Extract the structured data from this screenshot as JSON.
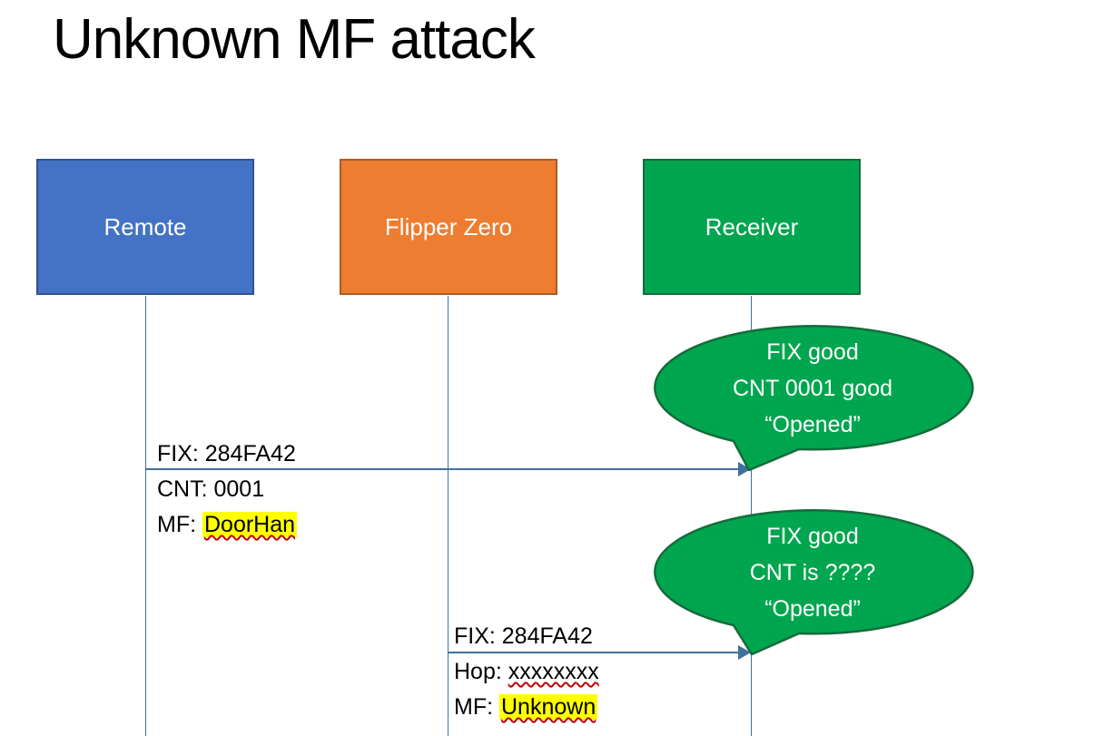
{
  "title": "Unknown MF attack",
  "actors": [
    {
      "label": "Remote",
      "fill": "#4472C4",
      "border": "#2F528F"
    },
    {
      "label": "Flipper Zero",
      "fill": "#ED7D31",
      "border": "#AE5A21"
    },
    {
      "label": "Receiver",
      "fill": "#00A64F",
      "border": "#156B3B"
    }
  ],
  "messages": [
    {
      "from": "Remote",
      "to": "Receiver",
      "above": "FIX: 284FA42",
      "below1": "CNT: 0001",
      "below2_prefix": "MF: ",
      "below2_value": "DoorHan"
    },
    {
      "from": "Flipper Zero",
      "to": "Receiver",
      "above": "FIX: 284FA42",
      "below1_prefix": "Hop: ",
      "below1_value": "xxxxxxxx",
      "below2_prefix": "MF: ",
      "below2_value": "Unknown"
    }
  ],
  "callouts": [
    {
      "line1": "FIX good",
      "line2": "CNT 0001 good",
      "line3": "“Opened”"
    },
    {
      "line1": "FIX good",
      "line2": "CNT is ????",
      "line3": "“Opened”"
    }
  ],
  "colors": {
    "connector": "#41719C",
    "callout_fill": "#00A64F",
    "callout_border": "#156B3B",
    "highlight": "#FFFF00",
    "underline": "#C00000"
  }
}
